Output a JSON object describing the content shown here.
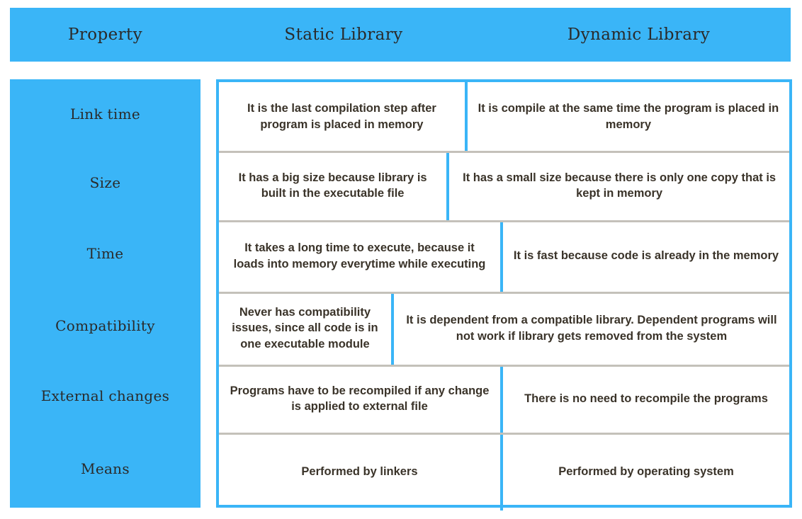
{
  "header": {
    "columns": [
      {
        "label": "Property"
      },
      {
        "label": "Static Library"
      },
      {
        "label": "Dynamic Library"
      }
    ]
  },
  "colors": {
    "accent_blue": "#3ab5f7",
    "text_dark": "#3a3329",
    "header_text": "#2a2a2a",
    "row_divider": "#c4c1ba",
    "background": "#ffffff"
  },
  "rows": [
    {
      "property": "Link time",
      "static": "It is the last compilation step after program is placed in memory",
      "dynamic": "It is compile at the same time the program is placed in memory"
    },
    {
      "property": "Size",
      "static": "It has a big size because library is built in the executable file",
      "dynamic": "It has a small size because there is only one copy that is kept in memory"
    },
    {
      "property": "Time",
      "static": "It takes a long time to execute, because it loads into memory everytime while executing",
      "dynamic": "It is fast because code is already in the memory"
    },
    {
      "property": "Compatibility",
      "static": "Never has compatibility issues, since all code is in one executable module",
      "dynamic": "It is dependent from a compatible library. Dependent programs will not work if library gets removed from the system"
    },
    {
      "property": "External changes",
      "static": "Programs have to be recompiled if any change is applied to external file",
      "dynamic": "There is no need to recompile the programs"
    },
    {
      "property": "Means",
      "static": "Performed by linkers",
      "dynamic": "Performed by operating system"
    }
  ]
}
